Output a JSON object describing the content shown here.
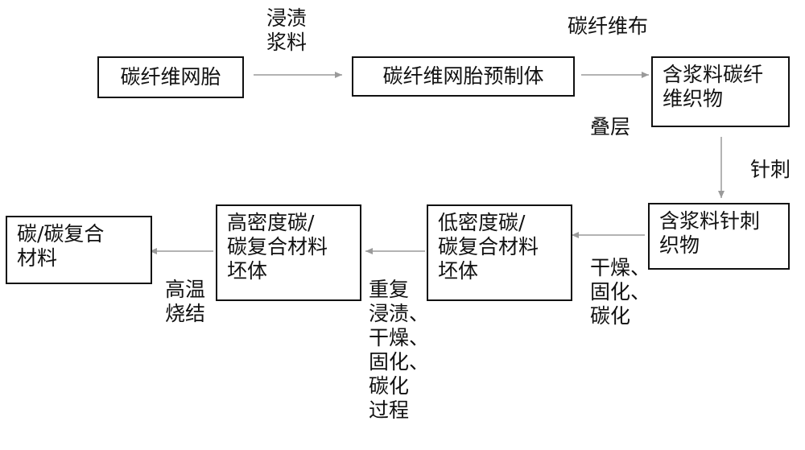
{
  "nodes": {
    "mat": "碳纤维网胎",
    "preform": "碳纤维网胎预制体",
    "fabric": "含浆料碳纤\n维织物",
    "needled": "含浆料针刺\n织物",
    "low_density": "低密度碳/\n碳复合材料\n坯体",
    "high_density": "高密度碳/\n碳复合材料\n坯体",
    "final": "碳/碳复合\n材料"
  },
  "edges": {
    "impregnate": "浸渍\n浆料",
    "cloth": "碳纤维布",
    "stack": "叠层",
    "needle": "针刺",
    "dry_cure_carbonize": "干燥、\n固化、\n碳化",
    "repeat": "重复\n浸渍、\n干燥、\n固化、\n碳化\n过程",
    "sinter": "高温\n烧结"
  },
  "colors": {
    "arrow": "#9a9a9a",
    "border": "#111111"
  }
}
